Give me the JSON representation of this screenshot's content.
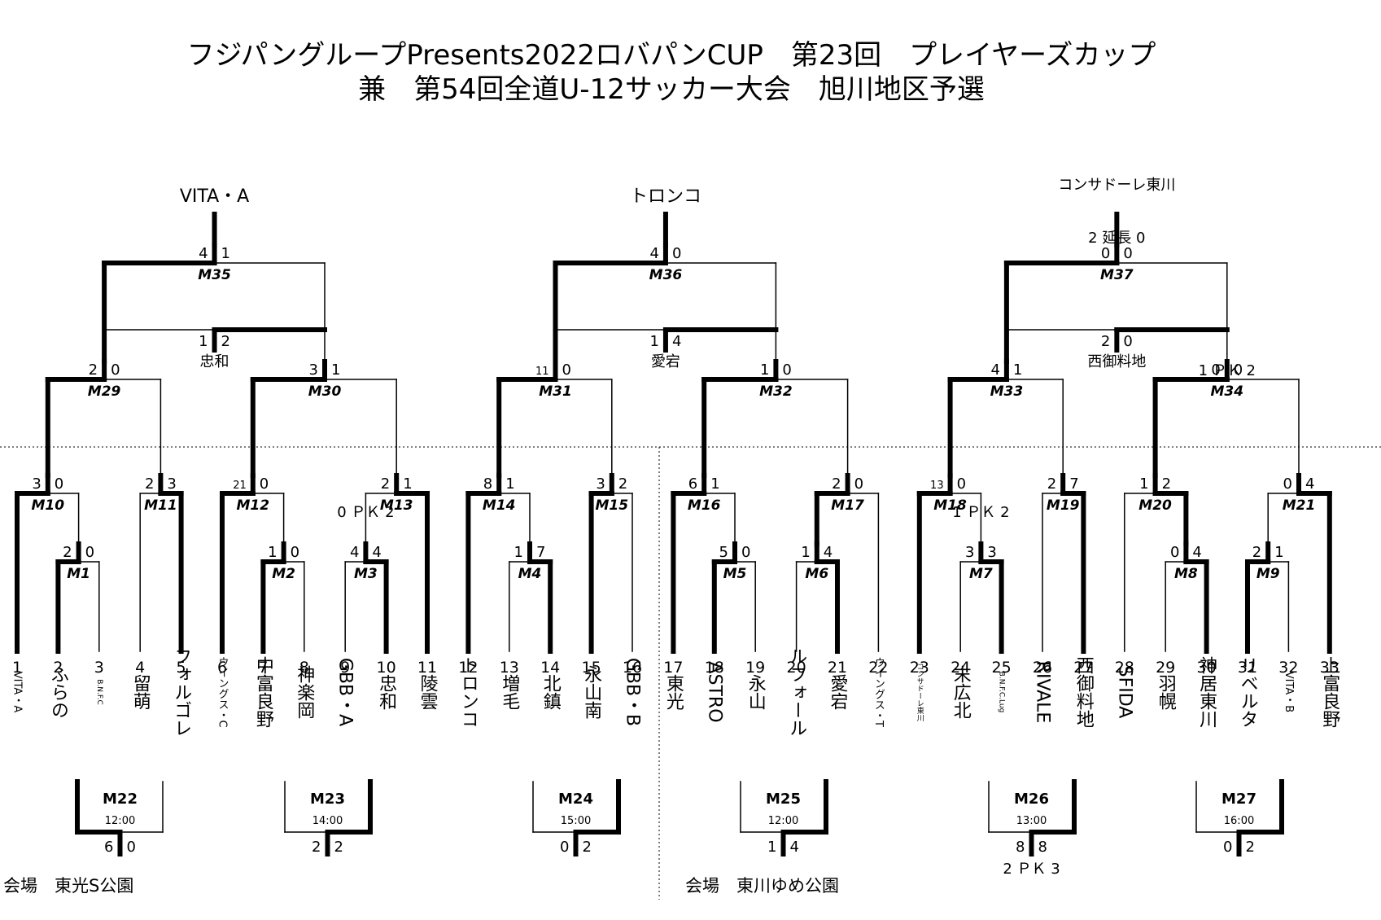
{
  "title": {
    "line1": "フジパングループPresents2022ロバパンCUP　第23回　プレイヤーズカップ",
    "line2": "兼　第54回全道U-12サッカー大会　旭川地区予選"
  },
  "venues": {
    "left": "会場　東光S公園",
    "right": "会場　東川ゆめ公園"
  },
  "teams": [
    {
      "no": "1",
      "name": "VITA・A",
      "size": "small"
    },
    {
      "no": "2",
      "name": "ふらの",
      "size": "large"
    },
    {
      "no": "3",
      "name": "B.N.F.C",
      "size": "tiny"
    },
    {
      "no": "4",
      "name": "留萌",
      "size": "large"
    },
    {
      "no": "5",
      "name": "フォルゴレ",
      "size": "large"
    },
    {
      "no": "6",
      "name": "ウイングス・C",
      "size": "small"
    },
    {
      "no": "7",
      "name": "中富良野",
      "size": "large"
    },
    {
      "no": "8",
      "name": "神楽岡",
      "size": "large"
    },
    {
      "no": "9",
      "name": "GBB・A",
      "size": "large"
    },
    {
      "no": "10",
      "name": "忠和",
      "size": "large"
    },
    {
      "no": "11",
      "name": "陵雲",
      "size": "large"
    },
    {
      "no": "12",
      "name": "トロンコ",
      "size": "large"
    },
    {
      "no": "13",
      "name": "増毛",
      "size": "large"
    },
    {
      "no": "14",
      "name": "北鎮",
      "size": "large"
    },
    {
      "no": "15",
      "name": "永山南",
      "size": "large"
    },
    {
      "no": "16",
      "name": "GBB・B",
      "size": "large"
    },
    {
      "no": "17",
      "name": "東光",
      "size": "large"
    },
    {
      "no": "18",
      "name": "ASTRO",
      "size": "large"
    },
    {
      "no": "19",
      "name": "永山",
      "size": "large"
    },
    {
      "no": "20",
      "name": "ルフォール",
      "size": "large"
    },
    {
      "no": "21",
      "name": "愛宕",
      "size": "large"
    },
    {
      "no": "22",
      "name": "ウイングス・T",
      "size": "small"
    },
    {
      "no": "23",
      "name": "コンサドーレ東川",
      "size": "tiny"
    },
    {
      "no": "24",
      "name": "末広北",
      "size": "large"
    },
    {
      "no": "25",
      "name": "B.N.F.C.Lug",
      "size": "tiny"
    },
    {
      "no": "26",
      "name": "RIVALE",
      "size": "large"
    },
    {
      "no": "27",
      "name": "西御料地",
      "size": "large"
    },
    {
      "no": "28",
      "name": "SFIDA",
      "size": "large"
    },
    {
      "no": "29",
      "name": "羽幌",
      "size": "large"
    },
    {
      "no": "30",
      "name": "神居東川",
      "size": "large"
    },
    {
      "no": "31",
      "name": "リベルタ",
      "size": "large"
    },
    {
      "no": "32",
      "name": "VITA・B",
      "size": "small"
    },
    {
      "no": "33",
      "name": "上富良野",
      "size": "large"
    }
  ],
  "matches": [
    {
      "id": "M1",
      "l": "2",
      "r": "0",
      "w": "L"
    },
    {
      "id": "M2",
      "l": "1",
      "r": "0",
      "w": "L"
    },
    {
      "id": "M3",
      "l": "4",
      "r": "4",
      "w": "R",
      "extra": "0 ＰＫ 2"
    },
    {
      "id": "M4",
      "l": "1",
      "r": "7",
      "w": "R"
    },
    {
      "id": "M5",
      "l": "5",
      "r": "0",
      "w": "L"
    },
    {
      "id": "M6",
      "l": "1",
      "r": "4",
      "w": "R"
    },
    {
      "id": "M7",
      "l": "3",
      "r": "3",
      "w": "R",
      "extra": "1 ＰＫ 2"
    },
    {
      "id": "M8",
      "l": "0",
      "r": "4",
      "w": "R"
    },
    {
      "id": "M9",
      "l": "2",
      "r": "1",
      "w": "L"
    },
    {
      "id": "M10",
      "l": "3",
      "r": "0",
      "w": "L"
    },
    {
      "id": "M11",
      "l": "2",
      "r": "3",
      "w": "R"
    },
    {
      "id": "M12",
      "l": "21",
      "r": "0",
      "w": "L"
    },
    {
      "id": "M13",
      "l": "2",
      "r": "1",
      "w": "R"
    },
    {
      "id": "M14",
      "l": "8",
      "r": "1",
      "w": "L"
    },
    {
      "id": "M15",
      "l": "3",
      "r": "2",
      "w": "L"
    },
    {
      "id": "M16",
      "l": "6",
      "r": "1",
      "w": "L"
    },
    {
      "id": "M17",
      "l": "2",
      "r": "0",
      "w": "L"
    },
    {
      "id": "M18",
      "l": "13",
      "r": "0",
      "w": "L"
    },
    {
      "id": "M19",
      "l": "2",
      "r": "7",
      "w": "R"
    },
    {
      "id": "M20",
      "l": "1",
      "r": "2",
      "w": "R"
    },
    {
      "id": "M21",
      "l": "0",
      "r": "4",
      "w": "R"
    },
    {
      "id": "M29",
      "l": "2",
      "r": "0",
      "w": "L"
    },
    {
      "id": "M30",
      "l": "3",
      "r": "1",
      "w": "L"
    },
    {
      "id": "M31",
      "l": "11",
      "r": "0",
      "w": "L"
    },
    {
      "id": "M32",
      "l": "1",
      "r": "0",
      "w": "L"
    },
    {
      "id": "M33",
      "l": "4",
      "r": "1",
      "w": "L"
    },
    {
      "id": "M34",
      "l": "0",
      "r": "0",
      "w": "L",
      "extra": "1 ＰＫ 2"
    },
    {
      "id": "M35",
      "l": "4",
      "r": "1",
      "w": "L"
    },
    {
      "id": "M36",
      "l": "4",
      "r": "0",
      "w": "L"
    },
    {
      "id": "M37",
      "l": "0",
      "r": "0",
      "w": "L",
      "extra": "2 延長 0"
    }
  ],
  "third_place": [
    {
      "l": "1",
      "r": "2",
      "team": "忠和"
    },
    {
      "l": "1",
      "r": "4",
      "team": "愛宕"
    },
    {
      "l": "2",
      "r": "0",
      "team": "西御料地"
    }
  ],
  "champions": [
    "VITA・A",
    "トロンコ",
    "コンサドーレ東川"
  ],
  "consolation": [
    {
      "id": "M22",
      "time": "12:00",
      "l": "6",
      "r": "0",
      "w": "L"
    },
    {
      "id": "M23",
      "time": "14:00",
      "l": "2",
      "r": "2",
      "w": "R"
    },
    {
      "id": "M24",
      "time": "15:00",
      "l": "0",
      "r": "2",
      "w": "R"
    },
    {
      "id": "M25",
      "time": "12:00",
      "l": "1",
      "r": "4",
      "w": "R"
    },
    {
      "id": "M26",
      "time": "13:00",
      "l": "8",
      "r": "8",
      "w": "R",
      "extra": "2 ＰＫ 3"
    },
    {
      "id": "M27",
      "time": "16:00",
      "l": "0",
      "r": "2",
      "w": "R"
    }
  ]
}
